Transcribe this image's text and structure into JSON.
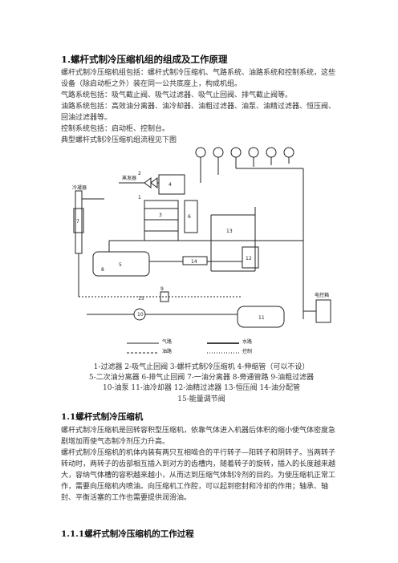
{
  "heading1": "1.螺杆式制冷压缩机组的组成及工作原理",
  "intro": [
    "螺杆式制冷压缩机组包括：螺杆式制冷压缩机、气路系统、油路系统和控制系统，这些设备（除启动柜之外）装在同一公共底座上，构成机组。",
    "气路系统包括：吸气截止阀、吸气过滤器、吸气止回阀、排气截止阀等。",
    "油路系统包括：高效油分离器、油冷却器、油粗过滤器、油泵、油精过滤器、恒压阀、回油过滤器等。",
    "控制系统包括：启动柜、控制台。",
    "典型螺杆式制冷压缩机组流程见下图"
  ],
  "diagram_labels": {
    "condenser": "冷凝器",
    "evaporator": "蒸发器",
    "control_box": "电控箱",
    "legend_gas": "气路",
    "legend_oil": "油路",
    "legend_water": "水路",
    "legend_ctrl": "控制",
    "n1": "1",
    "n2": "2",
    "n3": "3",
    "n4": "4",
    "n5": "5",
    "n6": "6",
    "n7": "7",
    "n8": "8",
    "n9": "9",
    "n10": "10",
    "n11": "11",
    "n12": "12",
    "n13": "13",
    "n14": "14",
    "n15": "15"
  },
  "caption": [
    "1-过滤器  2-吸气止回阀  3-螺杆式制冷压缩机  4-伸缩管（可以不设）",
    "5-二次油分离器  6-排气止回阀  7-一油分离器  8-旁通管路  9-油粗过滤器",
    "10-油泵  11-油冷却器  12-油精过滤器  13-恒压阀  14-油分配管",
    "15-能量调节阀"
  ],
  "heading2": "1.1螺杆式制冷压缩机",
  "section_text": [
    "螺杆式制冷压缩机是回转容积型压缩机，依靠气体进入机器后体积的缩小使气体密度急剧增加而使气态制冷剂压力升高。",
    "螺杆式制冷压缩机的机体内装有两只互相啮合的平行转子—阳转子和阴转子。当两转子转动时，两转子的齿部相互插入到对方的齿槽内，随着转子的旋转，插入的长度越来越大，容纳气体槽的容积越来越小，从而达到压缩气体制冷剂的目的。为使压缩机正常工作，需要向压缩机内喷油。向压缩机工作腔，可以起到密封和冷却的作用；轴承、轴封、平衡活塞的工作也需要提供润滑油。"
  ],
  "heading3": "1.1.1螺杆式制冷压缩机的工作过程"
}
